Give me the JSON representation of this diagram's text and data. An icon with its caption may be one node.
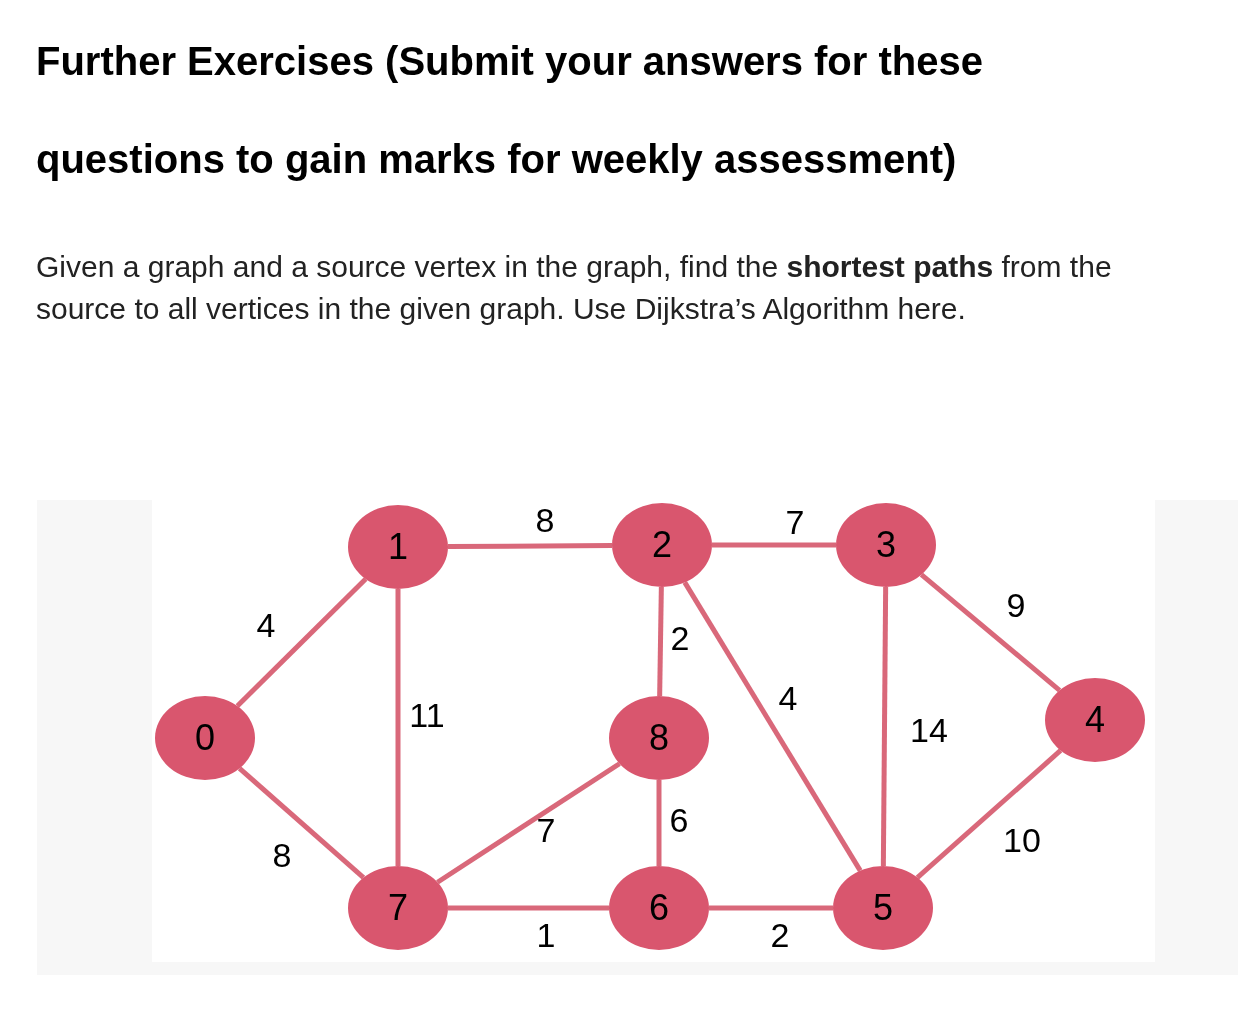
{
  "diagram": {
    "title": "Further Exercises (Submit your answers for these questions to gain marks for weekly assessment)",
    "nodes": [
      {
        "text": [
          "0"
        ]
      },
      {
        "text": [
          "1"
        ]
      },
      {
        "text": [
          "2"
        ]
      },
      {
        "text": [
          "3"
        ]
      },
      {
        "text": [
          "4"
        ]
      },
      {
        "text": [
          "5"
        ]
      },
      {
        "text": [
          "6"
        ]
      },
      {
        "text": [
          "7"
        ]
      },
      {
        "text": [
          "8"
        ]
      }
    ],
    "edges": [
      {
        "from": 0,
        "to": 1,
        "arrow": "none",
        "label": "4"
      },
      {
        "from": 0,
        "to": 7,
        "arrow": "none",
        "label": "8"
      },
      {
        "from": 1,
        "to": 2,
        "arrow": "none",
        "label": "8"
      },
      {
        "from": 1,
        "to": 7,
        "arrow": "none",
        "label": "11"
      },
      {
        "from": 2,
        "to": 3,
        "arrow": "none",
        "label": "7"
      },
      {
        "from": 2,
        "to": 8,
        "arrow": "none",
        "label": "2"
      },
      {
        "from": 2,
        "to": 5,
        "arrow": "none",
        "label": "4"
      },
      {
        "from": 3,
        "to": 4,
        "arrow": "none",
        "label": "9"
      },
      {
        "from": 3,
        "to": 5,
        "arrow": "none",
        "label": "14"
      },
      {
        "from": 8,
        "to": 7,
        "arrow": "none",
        "label": "7"
      },
      {
        "from": 8,
        "to": 6,
        "arrow": "none",
        "label": "6"
      },
      {
        "from": 7,
        "to": 6,
        "arrow": "none",
        "label": "1"
      },
      {
        "from": 6,
        "to": 5,
        "arrow": "none",
        "label": "2"
      },
      {
        "from": 4,
        "to": 5,
        "arrow": "none",
        "label": "10"
      }
    ],
    "labels": [
      "Given a graph and a source vertex in the graph, find the **shortest paths** from the source to all vertices in the given graph. Use Dijkstra’s Algorithm here."
    ]
  }
}
